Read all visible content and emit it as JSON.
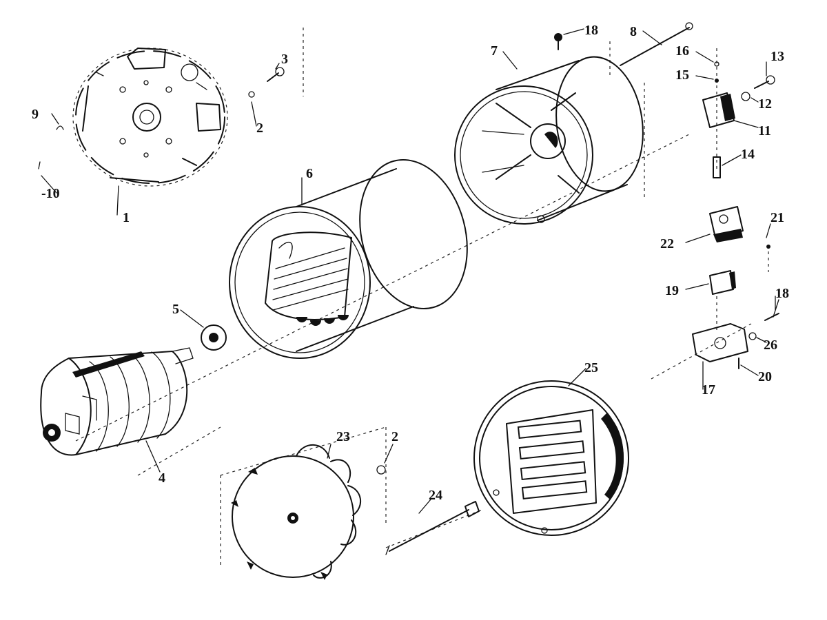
{
  "labels": {
    "p1": "1",
    "p2a": "2",
    "p2b": "2",
    "p3": "3",
    "p4": "4",
    "p5": "5",
    "p6": "6",
    "p7": "7",
    "p8": "8",
    "p9": "9",
    "p10": "-10",
    "p11": "11",
    "p12": "12",
    "p13": "13",
    "p14": "14",
    "p15": "15",
    "p16": "16",
    "p17": "17",
    "p18a": "18",
    "p18b": "18",
    "p19": "19",
    "p20": "20",
    "p21": "21",
    "p22": "22",
    "p23": "23",
    "p24": "24",
    "p25": "25",
    "p26": "26"
  }
}
